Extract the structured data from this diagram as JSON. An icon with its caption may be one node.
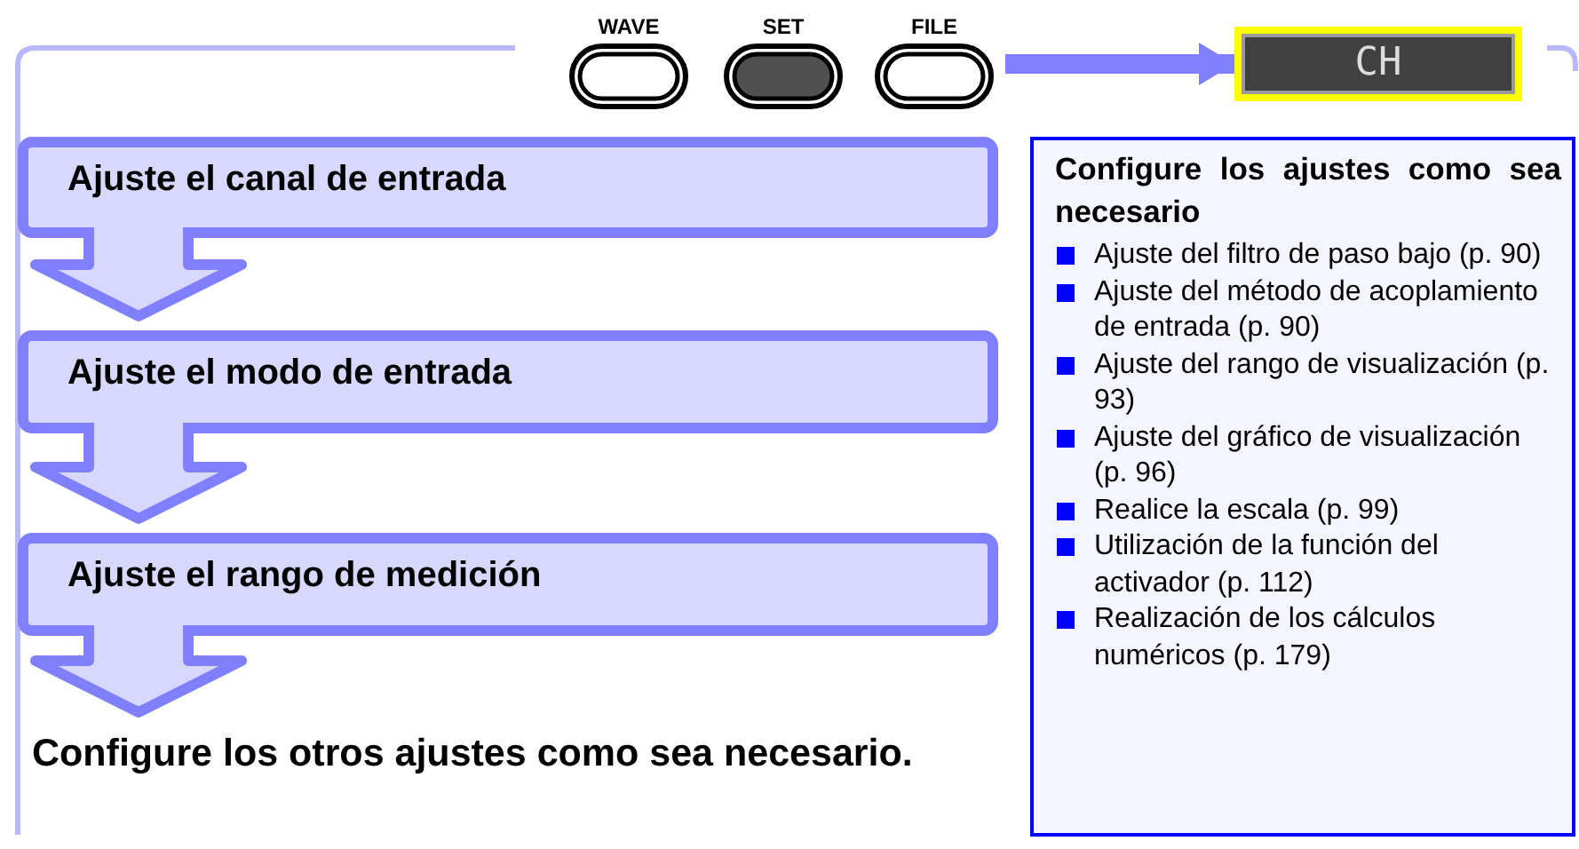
{
  "diagram": {
    "nodes": [
      {
        "text": [
          "WAVE"
        ]
      },
      {
        "text": [
          "SET"
        ]
      },
      {
        "text": [
          "FILE"
        ]
      },
      {
        "text": [
          "CH"
        ]
      },
      {
        "text": [
          "Ajuste el canal de entrada"
        ]
      },
      {
        "text": [
          "Ajuste el modo de entrada"
        ]
      },
      {
        "text": [
          "Ajuste el rango de medición"
        ]
      },
      {
        "text": [
          "Configure los otros ajustes como sea necesario."
        ]
      },
      {
        "text": [
          "Configure los ajustes como sea necesario",
          "Ajuste del filtro de paso bajo (p. 90)",
          "Ajuste del método de acoplamiento de entrada (p. 90)",
          "Ajuste del rango de visualización (p. 93)",
          "Ajuste del gráfico de visualización (p. 96)",
          "Realice la escala (p. 99)",
          "Utilización de la función del activador  (p. 112)",
          "Realización de los cálculos numéricos (p. 179)"
        ]
      }
    ],
    "edges": [
      {
        "from": 2,
        "to": 3,
        "arrow": "to"
      },
      {
        "from": 4,
        "to": 5,
        "arrow": "to"
      },
      {
        "from": 5,
        "to": 6,
        "arrow": "to"
      },
      {
        "from": 6,
        "to": 7,
        "arrow": "to"
      }
    ]
  }
}
